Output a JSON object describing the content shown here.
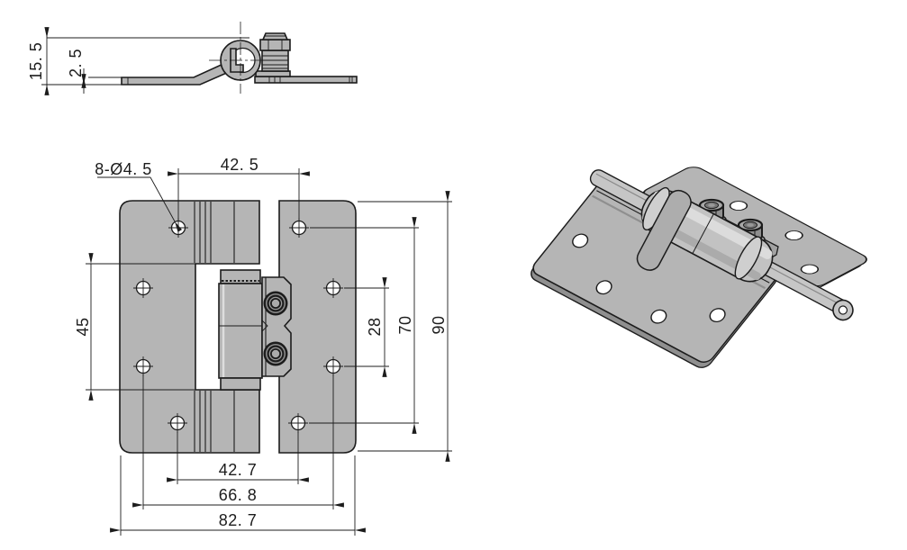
{
  "colors": {
    "background": "#ffffff",
    "part_fill": "#b5b5b5",
    "part_fill_light": "#c9c9c9",
    "part_fill_dark": "#8f8f8f",
    "line": "#1c1c1c",
    "hole_fill": "#ffffff"
  },
  "views": {
    "side": {
      "dims": {
        "overall_height": "15. 5",
        "plate_thickness": "2. 5"
      }
    },
    "front": {
      "dims": {
        "hole_callout": "8-Ø4. 5",
        "top_hole_spacing": "42. 5",
        "slot_height": "45",
        "inner_hole_spacing_v": "28",
        "outer_hole_spacing_v": "70",
        "overall_height": "90",
        "bottom_hole_spacing": "42. 7",
        "mid_hole_spacing": "66. 8",
        "overall_width": "82. 7"
      }
    }
  }
}
